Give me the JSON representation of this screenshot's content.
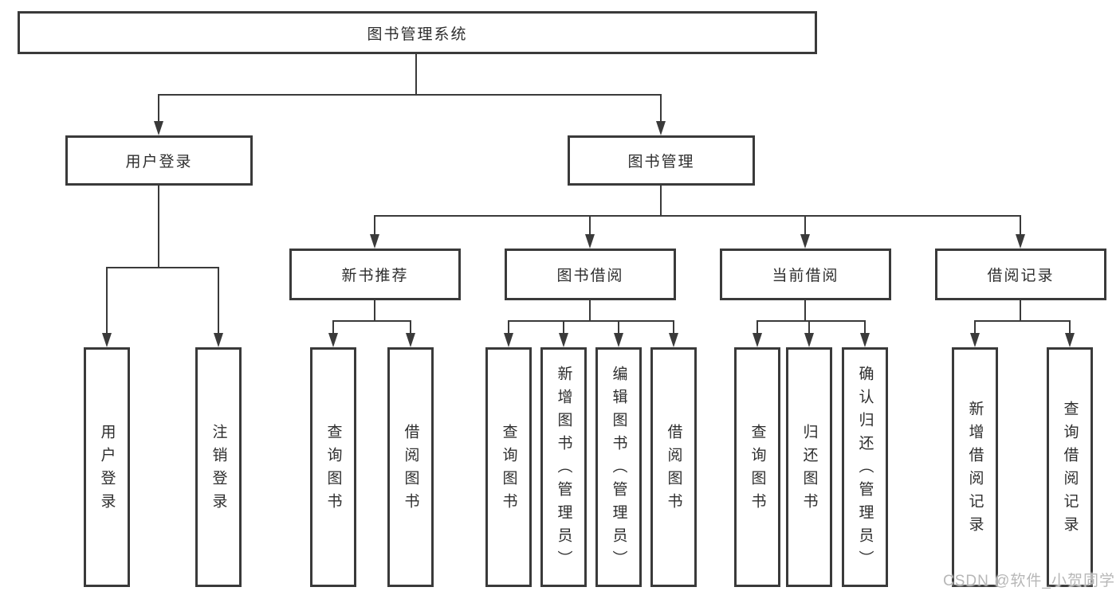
{
  "diagram": {
    "title": "图书管理系统",
    "root": {
      "label": "图书管理系统"
    },
    "l2": [
      {
        "label": "用户登录"
      },
      {
        "label": "图书管理"
      }
    ],
    "l3": [
      {
        "label": "新书推荐"
      },
      {
        "label": "图书借阅"
      },
      {
        "label": "当前借阅"
      },
      {
        "label": "借阅记录"
      }
    ],
    "leaf": [
      {
        "label": "用户登录",
        "parent": "用户登录"
      },
      {
        "label": "注销登录",
        "parent": "用户登录"
      },
      {
        "label": "查询图书",
        "parent": "新书推荐"
      },
      {
        "label": "借阅图书",
        "parent": "新书推荐"
      },
      {
        "label": "查询图书",
        "parent": "图书借阅"
      },
      {
        "label": "新增图书（管理员）",
        "parent": "图书借阅"
      },
      {
        "label": "编辑图书（管理员）",
        "parent": "图书借阅"
      },
      {
        "label": "借阅图书",
        "parent": "图书借阅"
      },
      {
        "label": "查询图书",
        "parent": "当前借阅"
      },
      {
        "label": "归还图书",
        "parent": "当前借阅"
      },
      {
        "label": "确认归还（管理员）",
        "parent": "当前借阅"
      },
      {
        "label": "新增借阅记录",
        "parent": "借阅记录"
      },
      {
        "label": "查询借阅记录",
        "parent": "借阅记录"
      }
    ]
  },
  "watermark": {
    "text": "CSDN @软件_小贺同学"
  },
  "colors": {
    "line": "#3a3a3a",
    "text": "#2e2e2e",
    "watermark": "#b7b7b7",
    "background": "#ffffff"
  }
}
